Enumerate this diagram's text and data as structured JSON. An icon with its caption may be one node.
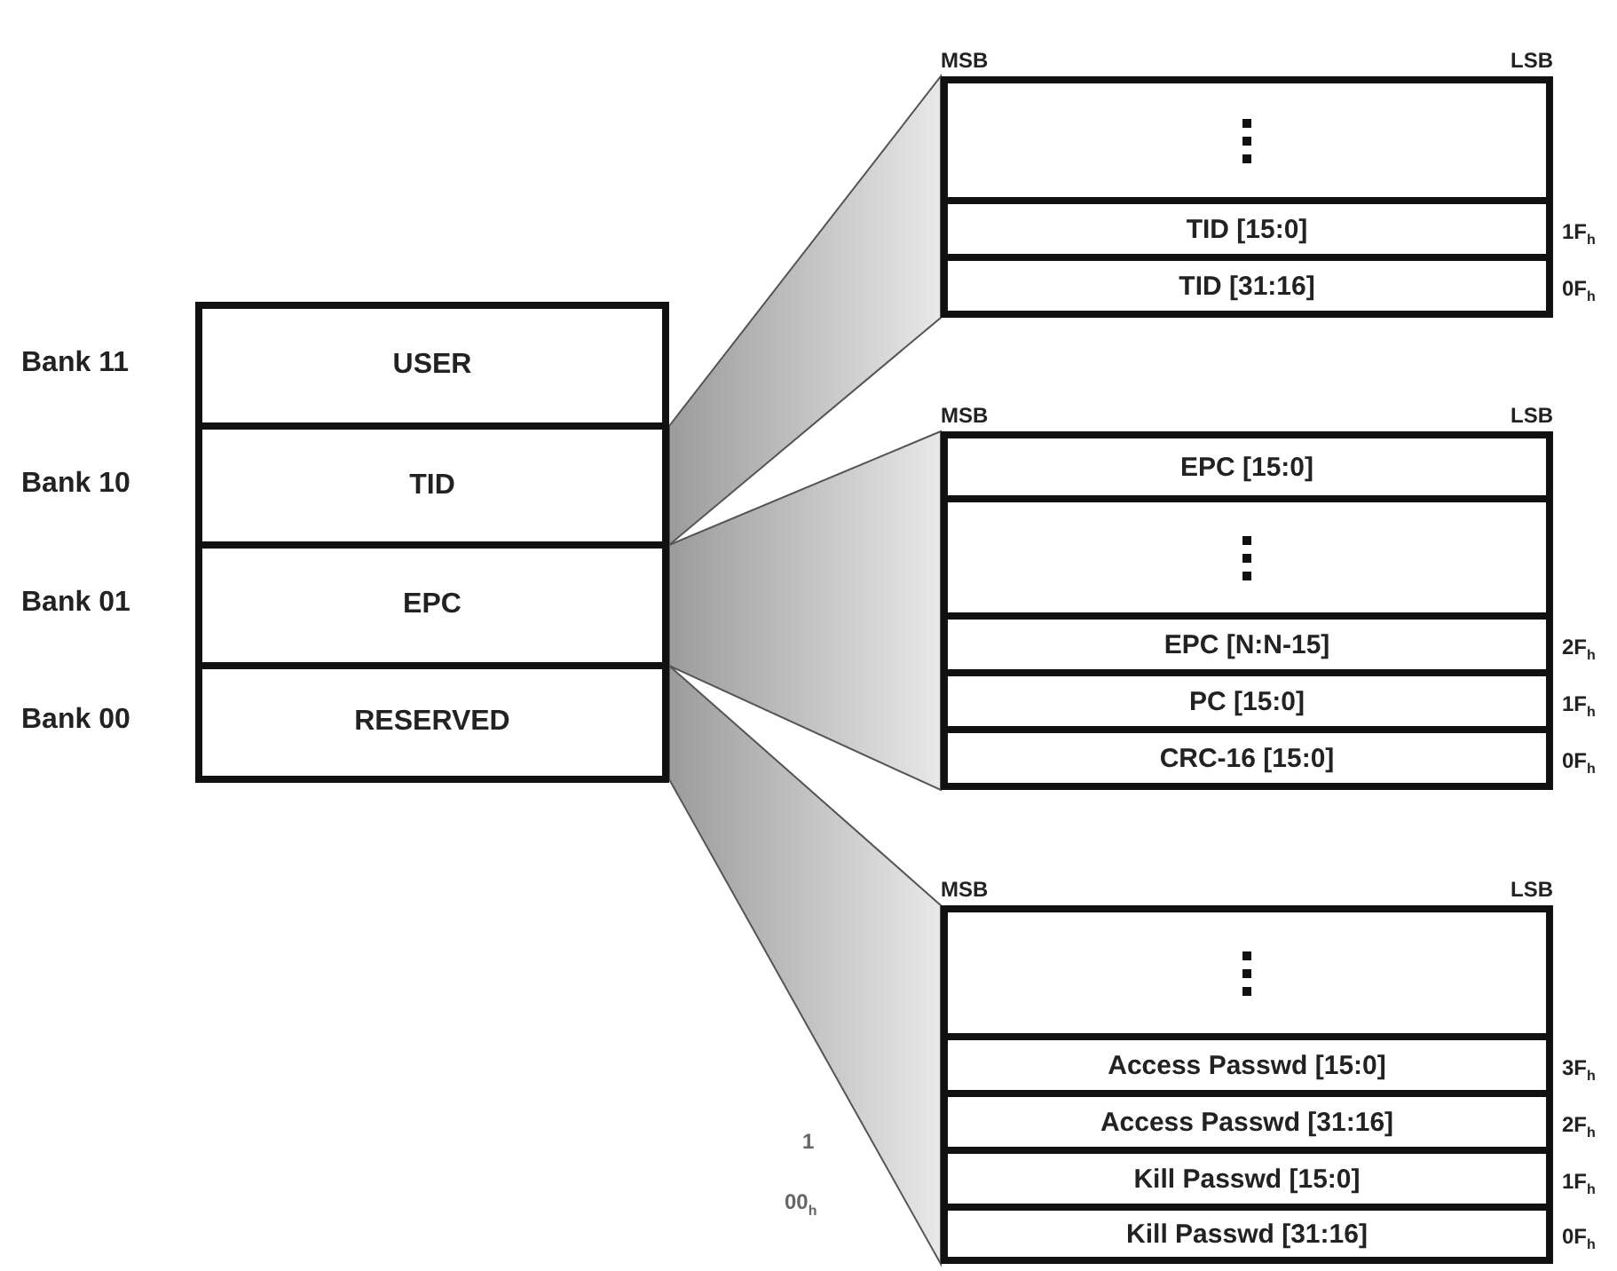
{
  "diagram": {
    "nodes": [
      {
        "text": [
          "USER"
        ],
        "beside": [
          "Bank 11"
        ]
      },
      {
        "text": [
          "TID"
        ],
        "beside": [
          "Bank 10"
        ]
      },
      {
        "text": [
          "EPC"
        ],
        "beside": [
          "Bank 01"
        ]
      },
      {
        "text": [
          "RESERVED"
        ],
        "beside": [
          "Bank 00"
        ]
      },
      {
        "text": [
          "MSB",
          "LSB"
        ]
      },
      {
        "text": [],
        "shape": "box",
        "in": 4
      },
      {
        "text": [
          "TID [15:0]"
        ],
        "in": 4,
        "beside": [
          "1F$_{h}$"
        ]
      },
      {
        "text": [
          "TID [31:16]"
        ],
        "in": 4,
        "beside": [
          "0F$_{h}$"
        ]
      },
      {
        "text": [
          "MSB",
          "LSB"
        ]
      },
      {
        "text": [
          "EPC [15:0]"
        ],
        "in": 8
      },
      {
        "text": [],
        "shape": "box",
        "in": 8
      },
      {
        "text": [
          "EPC [N:N-15]"
        ],
        "in": 8,
        "beside": [
          "2F$_{h}$"
        ]
      },
      {
        "text": [
          "PC [15:0]"
        ],
        "in": 8,
        "beside": [
          "1F$_{h}$"
        ]
      },
      {
        "text": [
          "CRC-16 [15:0]"
        ],
        "in": 8,
        "beside": [
          "0F$_{h}$"
        ]
      },
      {
        "text": [
          "MSB",
          "LSB"
        ]
      },
      {
        "text": [],
        "shape": "box",
        "in": 14
      },
      {
        "text": [
          "Access Passwd [15:0]"
        ],
        "in": 14,
        "beside": [
          "3F$_{h}$"
        ]
      },
      {
        "text": [
          "Access Passwd [31:16]"
        ],
        "in": 14,
        "beside": [
          "2F$_{h}$"
        ]
      },
      {
        "text": [
          "Kill Passwd [15:0]"
        ],
        "in": 14,
        "beside": [
          "1F$_{h}$"
        ]
      },
      {
        "text": [
          "Kill Passwd [31:16]"
        ],
        "in": 14,
        "beside": [
          "0F$_{h}$"
        ]
      }
    ],
    "edges": [
      {
        "from": 1,
        "to": 4,
        "arrow": "none"
      },
      {
        "from": 2,
        "to": 8,
        "arrow": "none"
      },
      {
        "from": 3,
        "to": 14,
        "arrow": "none"
      }
    ],
    "labels": [
      "1",
      "00$_{h}$"
    ]
  }
}
